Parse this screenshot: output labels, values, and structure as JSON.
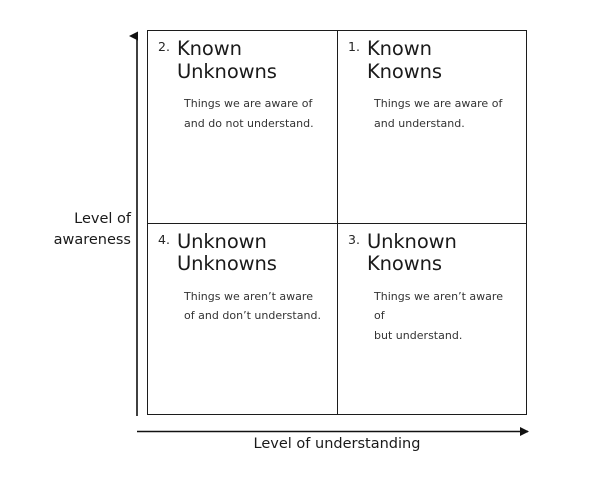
{
  "figure": {
    "type": "2x2-matrix-diagram",
    "title_visible": false,
    "axes": {
      "y": {
        "label": "Level of\nawareness",
        "direction": "up",
        "arrow": true
      },
      "x": {
        "label": "Level of understanding",
        "direction": "right",
        "arrow": true
      }
    },
    "quadrants": [
      {
        "position": "top-left",
        "number": "2.",
        "title": "Known\nUnknowns",
        "body": "Things we are aware of\nand do not understand."
      },
      {
        "position": "top-right",
        "number": "1.",
        "title": "Known\nKnowns",
        "body": "Things we are aware of\nand understand."
      },
      {
        "position": "bottom-left",
        "number": "4.",
        "title": "Unknown\nUnknowns",
        "body": "Things we aren’t aware\nof and don’t understand."
      },
      {
        "position": "bottom-right",
        "number": "3.",
        "title": "Unknown\nKnowns",
        "body": "Things we aren’t aware of\nbut understand."
      }
    ],
    "colors": {
      "background": "#ffffff",
      "line": "#1c1c1c",
      "title_text": "#1a1a1a",
      "body_text": "#333333",
      "number_text": "#262626"
    }
  }
}
